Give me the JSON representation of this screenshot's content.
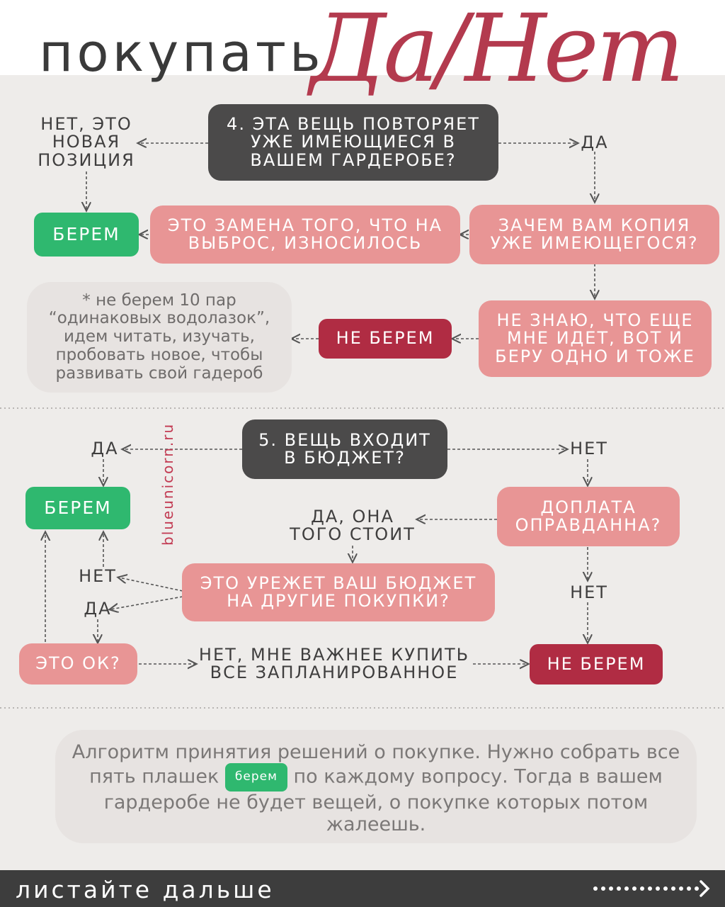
{
  "header": {
    "title": "покупать",
    "script_title": "Да/Нет"
  },
  "watermark": "blueunicorn.ru",
  "colors": {
    "question": "#4b4a4a",
    "step": "#e89595",
    "take": "#2fb86f",
    "dont_take": "#b02c43",
    "note": "#e7e3e1",
    "script": "#b33a4e"
  },
  "section4": {
    "question": "4. Эта вещь повторяет\nуже имеющиеся в\nвашем гардеробе?",
    "no_label": "Нет, это\nновая\nпозиция",
    "yes_label": "Да",
    "take_left": "Берем",
    "replacement": "Это замена того, что на\nвыброс, износилось",
    "why_copy": "Зачем вам копия\nуже имеющегося?",
    "dont_know": "Не знаю, что еще\nмне идет, вот и\nберу одно и тоже",
    "dont_take": "Не берем",
    "note": "* не берем 10 пар\n“одинаковых водолазок”,\nидем читать, изучать,\nпробовать новое, чтобы\nразвивать свой гадероб"
  },
  "section5": {
    "question": "5. Вещь входит\nв бюджет?",
    "yes_label": "Да",
    "no_label": "Нет",
    "take": "Берем",
    "surcharge": "Доплата\nоправданна?",
    "worth_it": "Да, она\nтого стоит",
    "cut_budget": "Это урежет ваш бюджет\nна другие покупки?",
    "no_label_left": "Нет",
    "yes_label_left": "Да",
    "no_label_right": "Нет",
    "is_ok": "Это ок?",
    "prefer_planned": "Нет, мне важнее купить\nвсе запланированное",
    "dont_take": "Не берем"
  },
  "summary": {
    "text_before": "Алгоритм принятия решений о покупке. Нужно собрать все пять плашек",
    "chip": "берем",
    "text_after": "по каждому вопросу. Тогда в вашем гардеробе не будет вещей, о покупке которых потом жалеешь."
  },
  "footer": {
    "text": "листайте дальше",
    "arrow_icon": "dotted-arrow-icon"
  }
}
